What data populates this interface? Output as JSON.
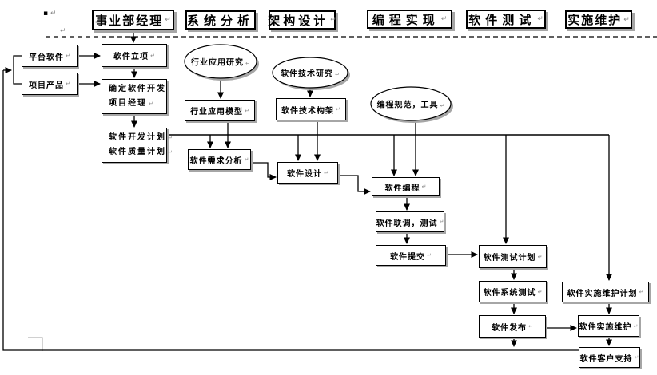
{
  "marks": {
    "bullet": "▪",
    "ret": "↵"
  },
  "headers": [
    {
      "label": "事业部经理"
    },
    {
      "label": "系统分析"
    },
    {
      "label": "架构设计"
    },
    {
      "label": "编程实现"
    },
    {
      "label": "软件测试"
    },
    {
      "label": "实施维护"
    }
  ],
  "nodes": {
    "platform_software": {
      "label": "平台软件"
    },
    "project_product": {
      "label": "项目产品"
    },
    "project_initiation": {
      "label": "软件立项"
    },
    "assign_pm": {
      "line1": "确定软件开发",
      "line2": "项目经理"
    },
    "plans": {
      "line1": "软件开发计划",
      "line2": "软件质量计划"
    },
    "industry_research": {
      "label": "行业应用研究"
    },
    "industry_model": {
      "label": "行业应用模型"
    },
    "requirement_analysis": {
      "label": "软件需求分析"
    },
    "tech_research": {
      "label": "软件技术研究"
    },
    "tech_architecture": {
      "label": "软件技术构架"
    },
    "software_design": {
      "label": "软件设计"
    },
    "coding_standards": {
      "label": "编程规范，工具"
    },
    "software_coding": {
      "label": "软件编程"
    },
    "joint_debug_test": {
      "label": "软件联调，测试"
    },
    "software_submit": {
      "label": "软件提交"
    },
    "test_plan": {
      "label": "软件测试计划"
    },
    "system_test": {
      "label": "软件系统测试"
    },
    "software_release": {
      "label": "软件发布"
    },
    "maintenance_plan": {
      "label": "软件实施维护计划"
    },
    "maintenance": {
      "label": "软件实施维护"
    },
    "customer_support": {
      "label": "软件客户支持"
    }
  },
  "colors": {
    "line": "#000000",
    "shadow": "#a6a6a6",
    "box_bg": "#ffffff",
    "mark": "#8a8a8a"
  }
}
